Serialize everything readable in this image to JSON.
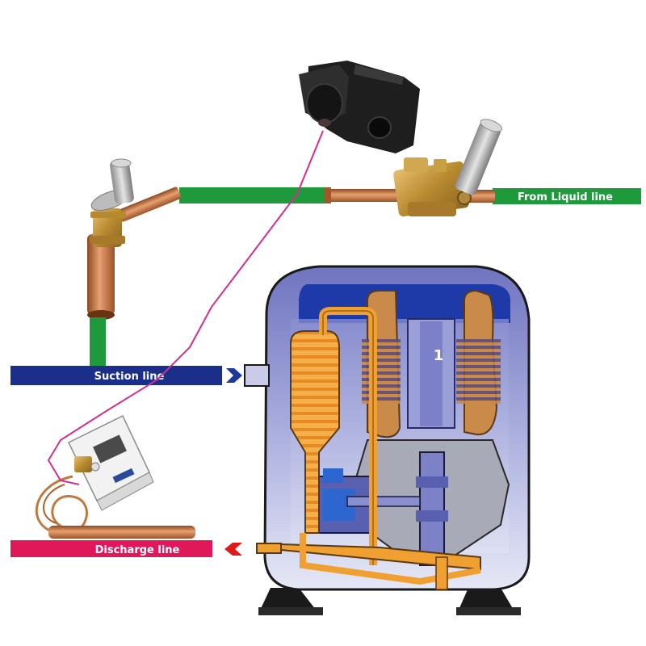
{
  "labels": {
    "liquid_line": "From Liquid line",
    "suction_line": "Suction line",
    "discharge_line": "Discharge line",
    "component_number": "1"
  },
  "colors": {
    "liquid_pipe": "#1e9a3c",
    "suction_line": "#1b2f8a",
    "discharge_line": "#e0185a",
    "arrow_suction": "#1b3a9a",
    "arrow_discharge": "#e01a1a",
    "copper": "#c87b45",
    "brass": "#c89a3a",
    "wire": "#d62e8f",
    "compressor_shell": "#7d82c8",
    "compressor_orange": "#f0a030",
    "compressor_brown": "#c98a4a",
    "coil_black": "#1e1e1e"
  },
  "icons": {
    "suction_arrow": "arrow-right-icon",
    "discharge_arrow": "arrow-left-icon"
  }
}
